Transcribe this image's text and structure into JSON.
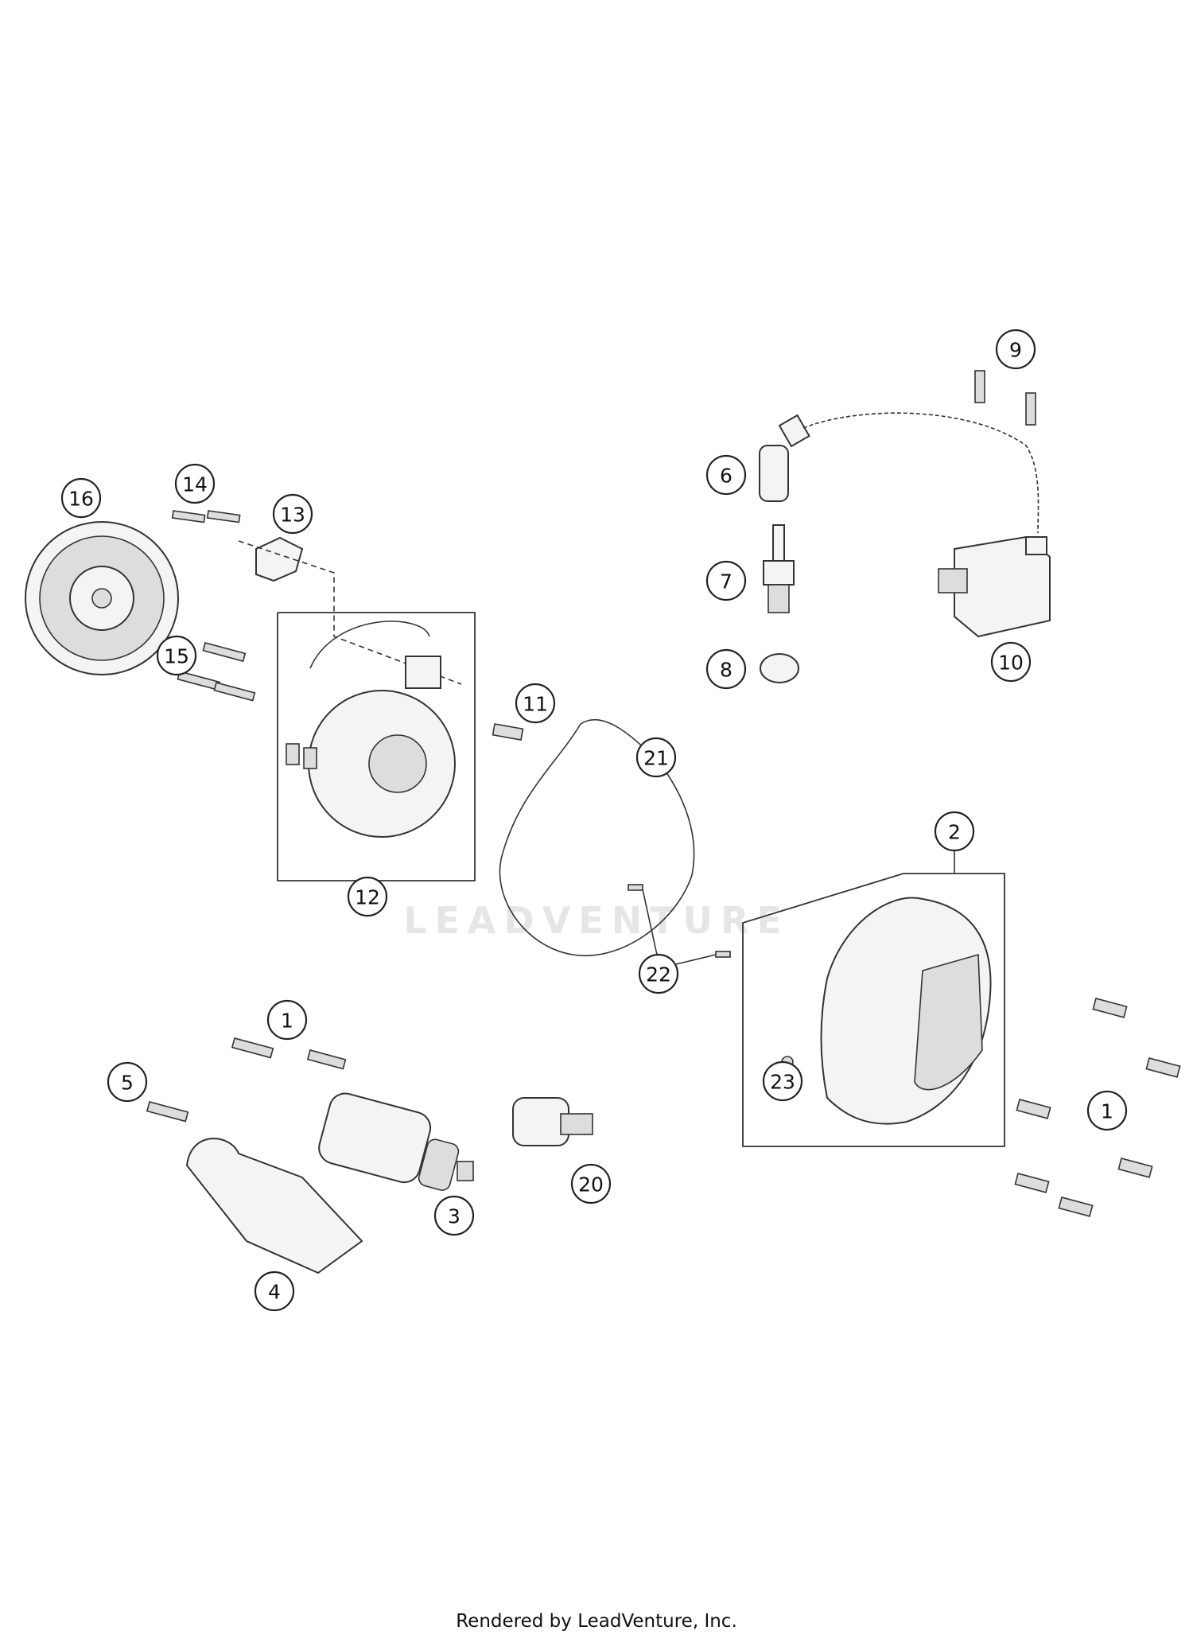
{
  "diagram": {
    "callouts": [
      "9",
      "6",
      "7",
      "8",
      "10",
      "16",
      "14",
      "13",
      "15",
      "11",
      "21",
      "12",
      "2",
      "22",
      "1",
      "5",
      "23",
      "1",
      "20",
      "3",
      "4"
    ],
    "watermark": "LEADVENTURE"
  },
  "footer": {
    "text": "Rendered by LeadVenture, Inc."
  }
}
